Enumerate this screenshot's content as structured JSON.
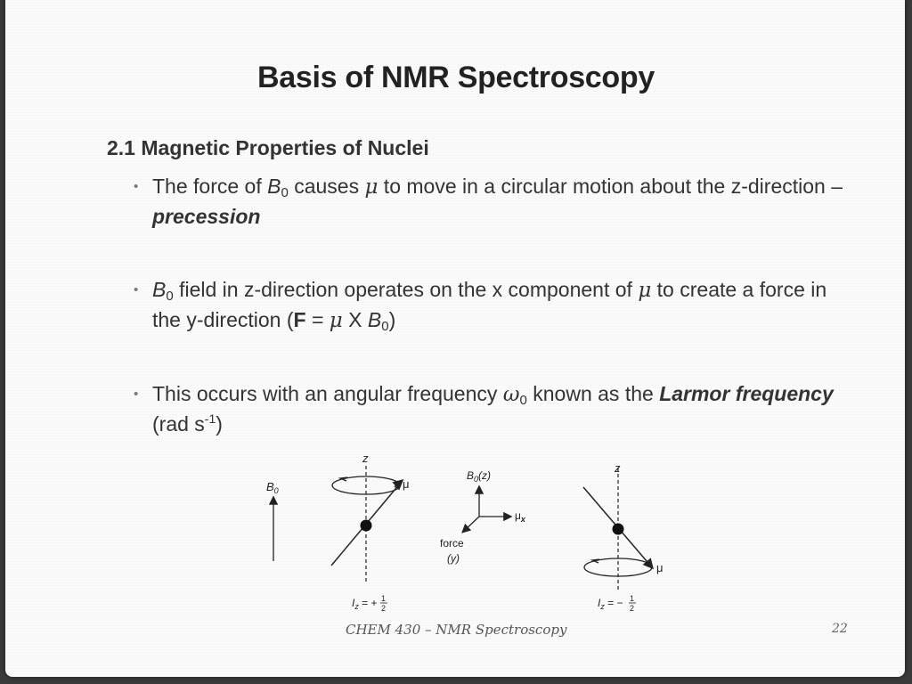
{
  "slide": {
    "title": "Basis of NMR Spectroscopy",
    "section": "2.1 Magnetic Properties of Nuclei",
    "bullets": [
      {
        "t1": "The force of ",
        "b": "B",
        "sub0": "0",
        "t2": " causes ",
        "mu": "μ",
        "t3": " to move in a circular motion about the z-direction – ",
        "em": "precession"
      },
      {
        "b": "B",
        "sub0": "0",
        "t1": " field in z-direction operates on the x component of ",
        "mu": "μ",
        "t2": " to create a force in the y-direction (",
        "f": "F",
        "eq": " = ",
        "mu2": "μ",
        "x": " X ",
        "b2": "B",
        "sub2": "0",
        "close": ")"
      },
      {
        "t1": "This occurs with an angular frequency ",
        "om": "ω",
        "sub0": "0",
        "t2": " known as the ",
        "em1": "Larmor",
        "sp": " ",
        "em2": "frequency",
        "t3": " (rad s",
        "sup": "-1",
        "close": ")"
      }
    ]
  },
  "figure": {
    "b0_label": "B",
    "b0_sub": "0",
    "z1": "z",
    "mu1": "μ",
    "b0z_label": "B",
    "b0z_sub": "0",
    "b0z_z": "(z)",
    "mux": "μ",
    "mux_sub": "x",
    "force": "force",
    "force_y": "(y)",
    "z2": "z",
    "mu2": "μ",
    "iz_plus": "I",
    "iz_plus_sub": "z",
    "iz_plus_eq": " = +",
    "iz_minus": "I",
    "iz_minus_sub": "z",
    "iz_minus_eq": " = −",
    "half_num": "1",
    "half_den": "2"
  },
  "footer": {
    "course": "CHEM 430 – NMR Spectroscopy",
    "page": "22"
  }
}
